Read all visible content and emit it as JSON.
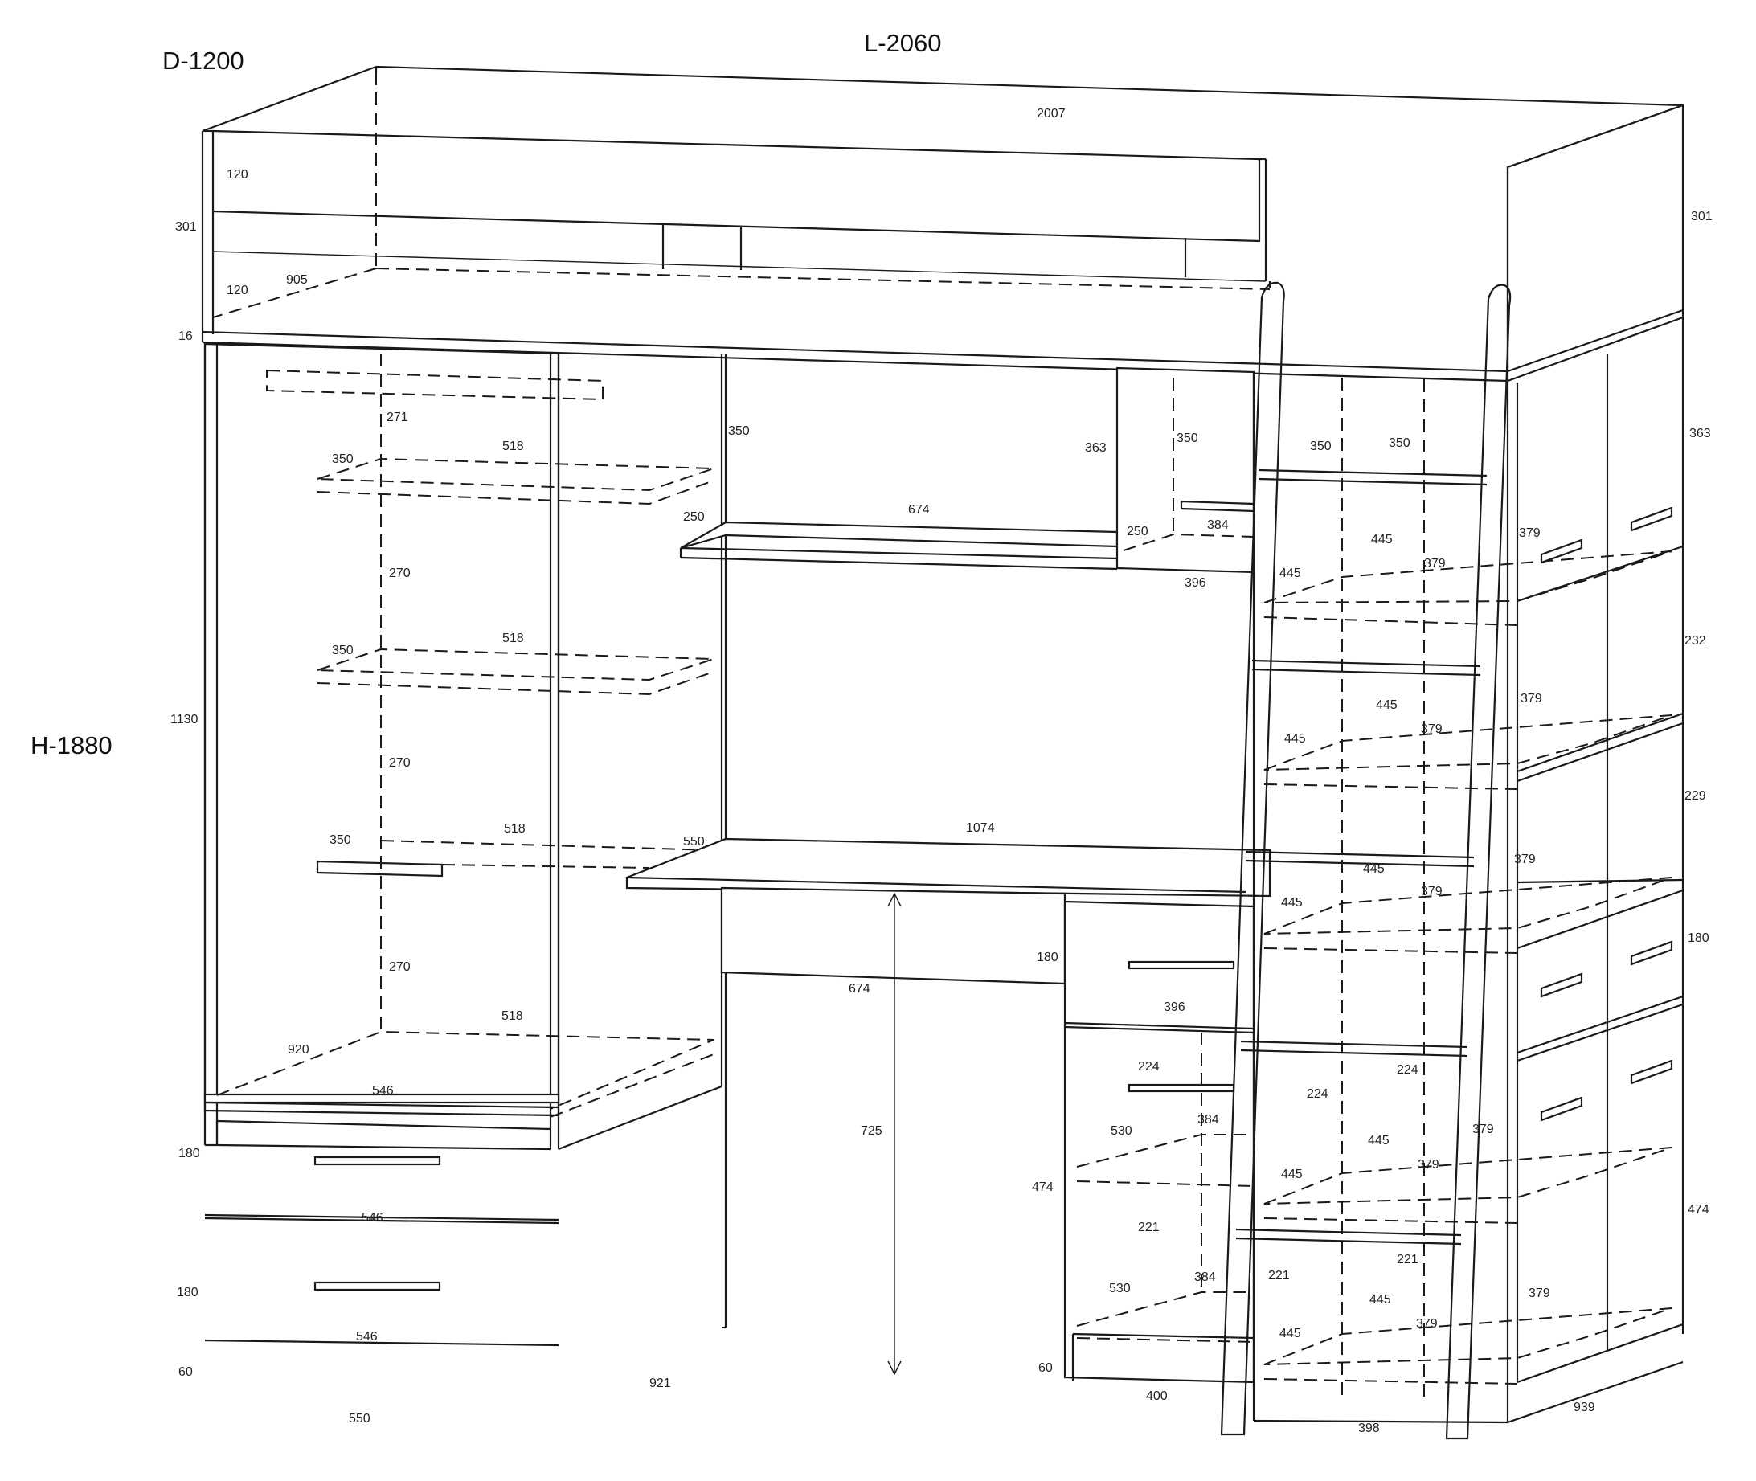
{
  "overall": {
    "depth": "D-1200",
    "length": "L-2060",
    "height": "H-1880"
  },
  "labels": {
    "top_rail_length": "2007",
    "left_rail_upper": "120",
    "left_rail_lower": "120",
    "left_end_height": "301",
    "right_end_height": "301",
    "bed_depth": "905",
    "slat_thickness": "16",
    "wardrobe_height": "1130",
    "hanger_gap": "271",
    "shelf1_depth": "350",
    "shelf1_width": "518",
    "gap1": "270",
    "shelf2_depth": "350",
    "shelf2_width": "518",
    "gap2": "270",
    "shelf3_depth": "350",
    "shelf3_width": "518",
    "gap3": "270",
    "base_shelf_width": "518",
    "wardrobe_depth": "920",
    "wardrobe_width": "546",
    "drawer1_height": "180",
    "drawer1_width": "546",
    "drawer2_height": "180",
    "drawer2_width": "546",
    "plinth_left": "60",
    "left_base_width": "550",
    "left_side_depth": "921",
    "desk_back_height": "350",
    "upper_shelf_depth": "250",
    "upper_shelf_width": "674",
    "niche_height": "363",
    "niche_depth": "350",
    "niche_shelf_depth": "250",
    "niche_shelf_width": "384",
    "niche_width": "396",
    "desk_depth": "550",
    "desk_width": "1074",
    "desk_drawer_width": "674",
    "leg_space_height": "725",
    "pedestal_drawer_height": "180",
    "pedestal_drawer_width": "396",
    "pedestal_height": "474",
    "ped_gap1": "224",
    "ped_shelf1_depth": "530",
    "ped_shelf1_width": "384",
    "ped_gap2": "221",
    "ped_shelf2_depth": "530",
    "ped_shelf2_width": "384",
    "plinth_mid": "60",
    "pedestal_width": "400",
    "stair_depth_a": "350",
    "stair_depth_b": "350",
    "stair_w_a1": "445",
    "stair_w_b1": "445",
    "stair_r1a": "379",
    "stair_r1b": "379",
    "stair_w_a2": "445",
    "stair_w_b2": "445",
    "stair_r2a": "379",
    "stair_r2b": "379",
    "stair_w_a3": "445",
    "stair_w_b3": "445",
    "stair_r3a": "379",
    "stair_r3b": "379",
    "stair_gap_a": "224",
    "stair_gap_b": "224",
    "stair_w_a4": "445",
    "stair_w_b4": "445",
    "stair_r4a": "379",
    "stair_r4b": "379",
    "stair_gap_c": "221",
    "stair_gap_d": "221",
    "stair_w_a5": "445",
    "stair_w_b5": "445",
    "stair_r5a": "379",
    "stair_r5b": "379",
    "stair_width": "398",
    "right_363": "363",
    "right_232": "232",
    "right_229": "229",
    "right_180": "180",
    "right_474": "474",
    "right_depth": "939"
  }
}
